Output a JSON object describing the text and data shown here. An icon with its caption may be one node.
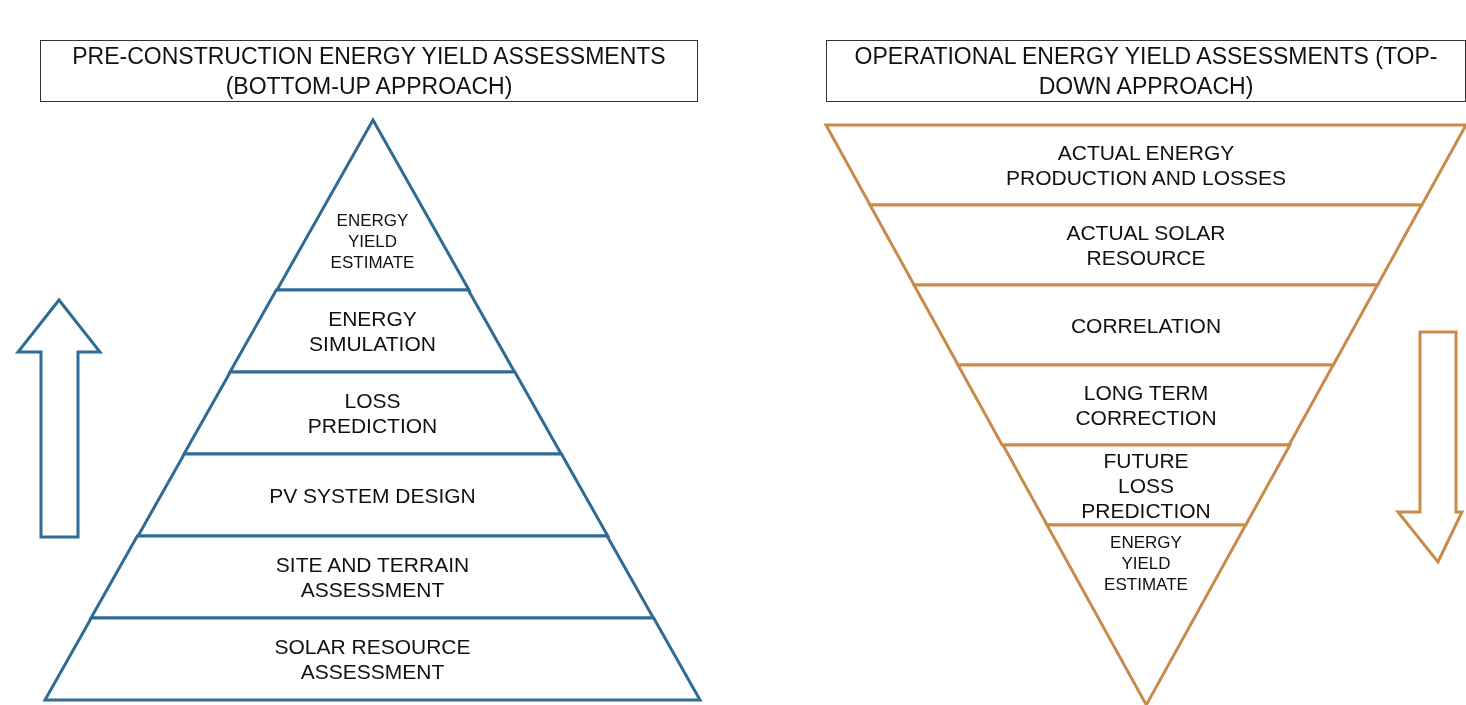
{
  "diagram": {
    "nodes": [
      {
        "text": [
          "PRE-CONSTRUCTION ENERGY YIELD ASSESSMENTS (BOTTOM-UP APPROACH)"
        ]
      },
      {
        "text": [
          "ENERGY YIELD ESTIMATE"
        ]
      },
      {
        "text": [
          "ENERGY SIMULATION"
        ]
      },
      {
        "text": [
          "LOSS PREDICTION"
        ]
      },
      {
        "text": [
          "PV SYSTEM DESIGN"
        ]
      },
      {
        "text": [
          "SITE AND TERRAIN ASSESSMENT"
        ]
      },
      {
        "text": [
          "SOLAR RESOURCE ASSESSMENT"
        ]
      },
      {
        "text": [
          "OPERATIONAL ENERGY YIELD ASSESSMENTS (TOP-DOWN APPROACH)"
        ]
      },
      {
        "text": [
          "ACTUAL ENERGY PRODUCTION AND LOSSES"
        ]
      },
      {
        "text": [
          "ACTUAL SOLAR RESOURCE"
        ]
      },
      {
        "text": [
          "CORRELATION"
        ]
      },
      {
        "text": [
          "LONG TERM CORRECTION"
        ]
      },
      {
        "text": [
          "FUTURE LOSS PREDICTION"
        ]
      },
      {
        "text": [
          "ENERGY YIELD ESTIMATE"
        ]
      }
    ]
  }
}
